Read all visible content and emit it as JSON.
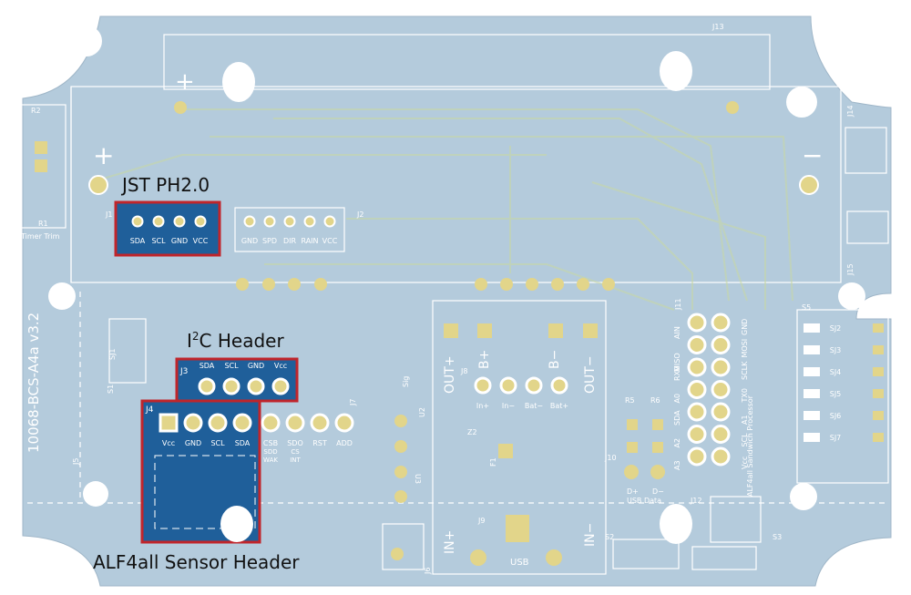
{
  "colors": {
    "board": "#b4cbdc",
    "board_dark": "#a6bfd2",
    "silk": "#ffffff",
    "pad": "#e2d58a",
    "highlight_fill": "#1f5f9a",
    "highlight_border": "#c0252b",
    "callout_text": "#111111"
  },
  "callouts": {
    "jst": "JST PH2.0",
    "i2c_prefix": "I",
    "i2c_sup": "2",
    "i2c_suffix": "C Header",
    "alf": "ALF4all Sensor Header"
  },
  "board": {
    "version": "10068-BCS-A4a v3.2",
    "refs": {
      "r1": "R1",
      "r2": "R2",
      "r5": "R5",
      "r6": "R6",
      "j1": "J1",
      "j2": "J2",
      "j3": "J3",
      "j4": "J4",
      "j5": "J5",
      "j6": "J6",
      "j7": "J7",
      "j8": "J8",
      "j9": "J9",
      "j10": "J10",
      "j11": "J11",
      "j12": "J12",
      "j13": "J13",
      "j14": "J14",
      "j15": "J15",
      "s1": "S1",
      "s2": "S2",
      "s3": "S3",
      "s5": "S5",
      "sj1": "SJ1",
      "u2": "U2",
      "u3": "U3",
      "z2": "Z2",
      "f1": "F1"
    },
    "timer_trim": "Timer Trim",
    "plus": "+",
    "minus": "−",
    "j1_pins": [
      "SDA",
      "SCL",
      "GND",
      "VCC"
    ],
    "j2_pins": [
      "GND",
      "SPD",
      "DIR",
      "RAIN",
      "VCC"
    ],
    "j3_pins": [
      "SDA",
      "SCL",
      "GND",
      "Vcc"
    ],
    "j4_pins": [
      "Vcc",
      "GND",
      "SCL",
      "SDA"
    ],
    "j4_extra_pins": [
      "CSB",
      "SDO",
      "RST",
      "ADD"
    ],
    "j4_sub_labels": [
      "SDD",
      "CS",
      "WAK",
      "INT"
    ],
    "j8_pins": [
      "In+",
      "In−",
      "Bat−",
      "Bat+"
    ],
    "j8_labels": {
      "out_plus": "OUT+",
      "out_minus": "OUT−",
      "b_plus": "B+",
      "b_minus": "B−"
    },
    "u2_label": "Sig",
    "in_plus": "IN+",
    "in_minus": "IN−",
    "usb": "USB",
    "usb_pins": [
      "D+",
      "D−"
    ],
    "usb_data": "USB Data",
    "j11_left": [
      "RX0",
      "A0",
      "SDA",
      "A2",
      "A3"
    ],
    "j11_left_top": [
      "AIN",
      "MISO"
    ],
    "j11_right": [
      "GND",
      "MOSI",
      "SCLK",
      "TX0",
      "A1",
      "SCL",
      "Vcc"
    ],
    "j11_caption": "ALF4all Sandwich Processor",
    "sj": [
      "SJ2",
      "SJ3",
      "SJ4",
      "SJ5",
      "SJ6",
      "SJ7"
    ]
  }
}
